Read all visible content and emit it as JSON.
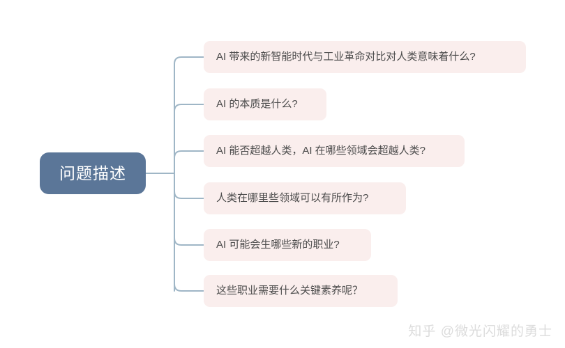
{
  "root": {
    "label": "问题描述"
  },
  "children": [
    {
      "label": "AI 带来的新智能时代与工业革命对比对人类意味着什么?"
    },
    {
      "label": "AI 的本质是什么?"
    },
    {
      "label": "AI 能否超越人类，AI 在哪些领域会超越人类?"
    },
    {
      "label": "人类在哪里些领域可以有所作为?"
    },
    {
      "label": "AI 可能会生哪些新的职业?"
    },
    {
      "label": "这些职业需要什么关键素养呢？"
    }
  ],
  "watermark": {
    "text": "知乎 @微光闪耀的勇士"
  },
  "colors": {
    "root_fill": "#5b7698",
    "root_text": "#ffffff",
    "child_fill": "#faeeed",
    "child_text": "#4b4b4b",
    "connector": "#9fb6c6",
    "background": "#ffffff",
    "watermark_text": "#dcdcdc"
  }
}
